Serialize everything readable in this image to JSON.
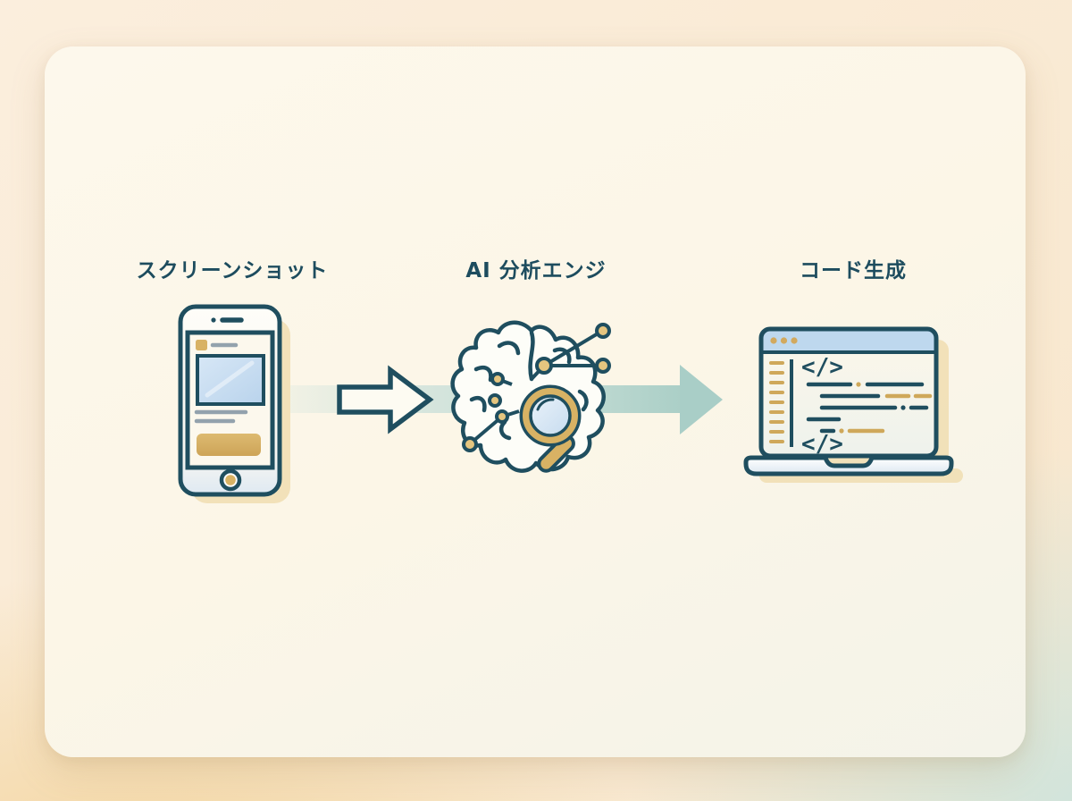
{
  "diagram": {
    "steps": [
      {
        "id": "screenshot",
        "label": "スクリーンショット",
        "icon": "smartphone-icon"
      },
      {
        "id": "ai-analysis",
        "label": "AI 分析エンジ",
        "icon": "ai-brain-magnifier-icon"
      },
      {
        "id": "code-generation",
        "label": "コード生成",
        "icon": "laptop-code-icon"
      }
    ],
    "laptop": {
      "code_glyph_top": "</>",
      "code_glyph_bottom": "</>"
    },
    "colors": {
      "ink": "#1f4e5f",
      "gold": "#d2a95e",
      "gold_fill": "#dbb56d",
      "light_blue": "#c9ddf1",
      "titlebar_blue": "#bed8ee",
      "teal_band": "#cfe2db",
      "teal_arrow": "#a9cec7",
      "card_cream": "#fcf7ea"
    }
  }
}
